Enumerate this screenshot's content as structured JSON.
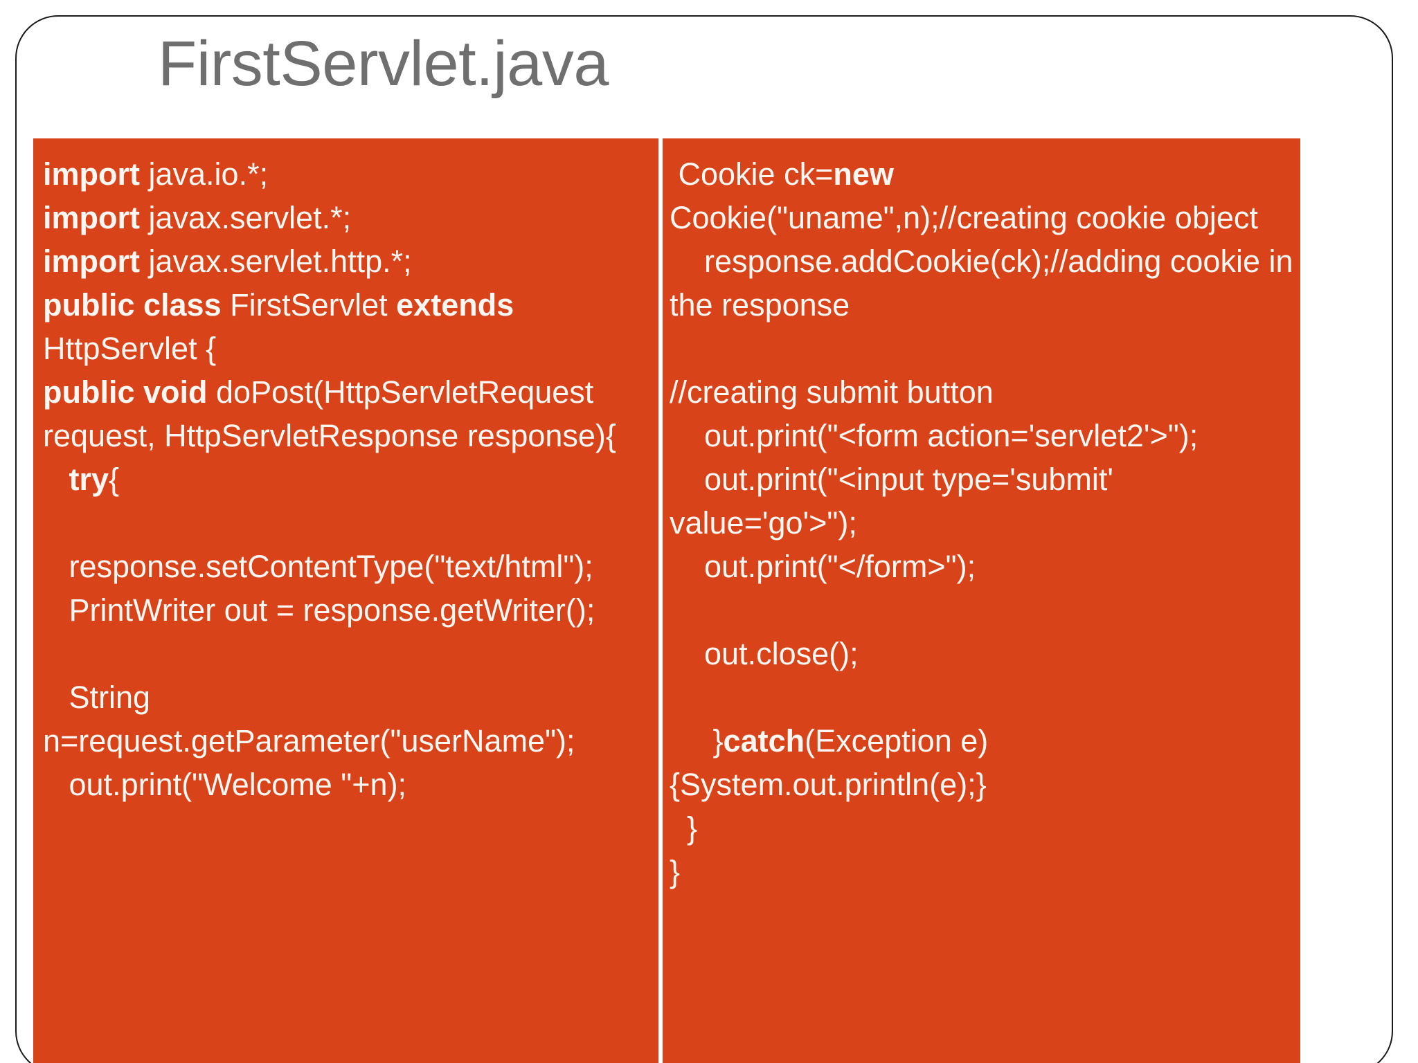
{
  "slide": {
    "title": "FirstServlet.java",
    "title_color": "#6f6f6f",
    "background_color": "#ffffff",
    "frame_color": "#1a1a1a",
    "code_panel_color": "#D8431A",
    "code_text_color": "#FCF7F2",
    "divider_color": "#ffffff"
  },
  "code": {
    "left_column": [
      "import java.io.*;",
      "import javax.servlet.*;",
      "import javax.servlet.http.*;",
      "public class FirstServlet extends HttpServlet {",
      "public void doPost(HttpServletRequest request, HttpServletResponse response){",
      "    try{",
      "",
      "    response.setContentType(\"text/html\");",
      "    PrintWriter out = response.getWriter();",
      "",
      "    String n=request.getParameter(\"userName\");",
      "    out.print(\"Welcome \"+n);"
    ],
    "left_column_html": [
      "<b>import</b> java.io.*;",
      "<b>import</b> javax.servlet.*;",
      "<b>import</b> javax.servlet.http.*;",
      "<b>public class</b> FirstServlet <b>extends</b> HttpServlet {",
      "<b>public void</b> doPost(HttpServletRequest request, HttpServletResponse response){",
      "&nbsp;&nbsp;&nbsp;<b>try</b>{",
      "&nbsp;",
      "&nbsp;&nbsp;&nbsp;response.setContentType(\"text/html\");",
      "&nbsp;&nbsp;&nbsp;PrintWriter out = response.getWriter();",
      "&nbsp;",
      "&nbsp;&nbsp;&nbsp;String n=request.getParameter(\"userName\");",
      "&nbsp;&nbsp;&nbsp;out.print(\"Welcome \"+n);"
    ],
    "right_column": [
      " Cookie ck=new Cookie(\"uname\",n);//creating cookie object",
      "    response.addCookie(ck);//adding cookie in the response",
      "",
      "//creating submit button",
      "    out.print(\"<form action='servlet2'>\");",
      "    out.print(\"<input type='submit' value='go'>\");",
      "    out.print(\"</form>\");",
      "",
      "    out.close();",
      "",
      "     }catch(Exception e){System.out.println(e);}",
      "  }",
      "}"
    ],
    "right_column_html": [
      "&nbsp;Cookie ck=<b>new</b> Cookie(\"uname\",n);//creating cookie object",
      "&nbsp;&nbsp;&nbsp;&nbsp;response.addCookie(ck);//adding cookie in the response",
      "&nbsp;",
      "//creating submit button",
      "&nbsp;&nbsp;&nbsp;&nbsp;out.print(\"&lt;form action='servlet2'&gt;\");",
      "&nbsp;&nbsp;&nbsp;&nbsp;out.print(\"&lt;input type='submit' value='go'&gt;\");",
      "&nbsp;&nbsp;&nbsp;&nbsp;out.print(\"&lt;/form&gt;\");",
      "&nbsp;",
      "&nbsp;&nbsp;&nbsp;&nbsp;out.close();",
      "&nbsp;",
      "&nbsp;&nbsp;&nbsp;&nbsp;&nbsp;}<b>catch</b>(Exception e){System.out.println(e);}",
      "&nbsp;&nbsp;}",
      "}"
    ]
  }
}
